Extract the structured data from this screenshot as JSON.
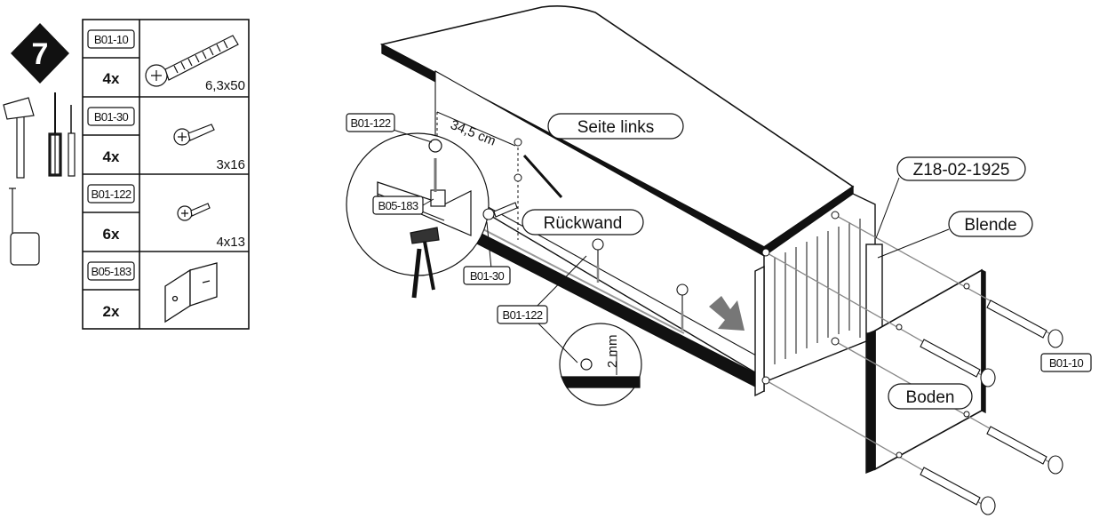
{
  "step": {
    "number": "7"
  },
  "parts": [
    {
      "code": "B01-10",
      "qty": "4x",
      "size": "6,3x50",
      "icon": "long-screw-icon"
    },
    {
      "code": "B01-30",
      "qty": "4x",
      "size": "3x16",
      "icon": "wood-screw-icon"
    },
    {
      "code": "B01-122",
      "qty": "6x",
      "size": "4x13",
      "icon": "small-screw-icon"
    },
    {
      "code": "B05-183",
      "qty": "2x",
      "size": "",
      "icon": "angle-bracket-icon"
    }
  ],
  "tools": [
    "hammer-icon",
    "screwdriver-icon",
    "awl-icon",
    "tape-measure-icon"
  ],
  "labels": {
    "seite_links": "Seite links",
    "rueckwand": "Rückwand",
    "blende": "Blende",
    "boden": "Boden",
    "panel_code": "Z18-02-1925",
    "dim_345": "34,5 cm",
    "dim_2mm": "2 mm",
    "callout_b01_122_top": "B01-122",
    "callout_b05_183": "B05-183",
    "callout_b01_30": "B01-30",
    "callout_b01_122_mid": "B01-122",
    "callout_b01_10": "B01-10"
  }
}
